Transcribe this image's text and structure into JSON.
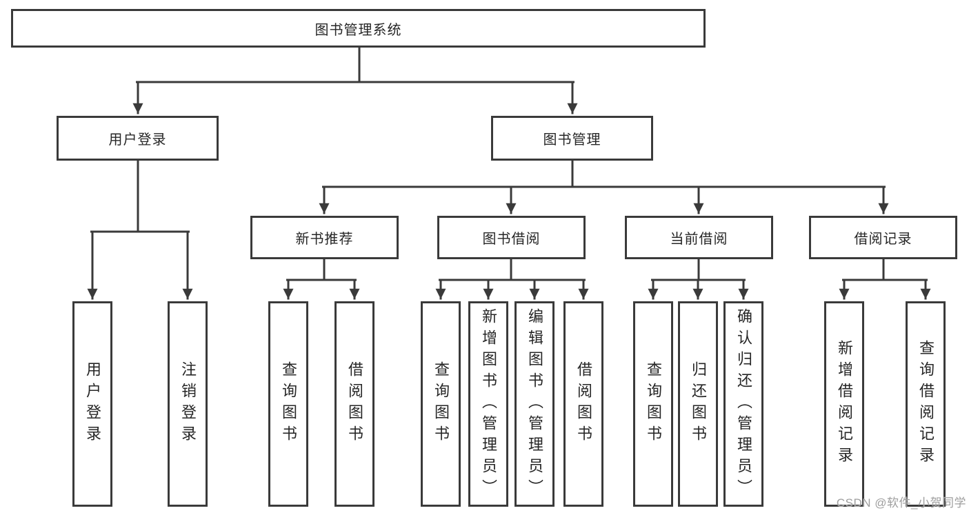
{
  "colors": {
    "background": "#ffffff",
    "line": "#3a3a3a",
    "box_border": "#3a3a3a",
    "text": "#262626",
    "watermark_text": "#9e9e9e"
  },
  "diagram": {
    "root": {
      "label": "图书管理系统"
    },
    "branches": [
      {
        "label": "用户登录",
        "children": [
          {
            "label": "用户登录"
          },
          {
            "label": "注销登录"
          }
        ]
      },
      {
        "label": "图书管理",
        "children": [
          {
            "label": "新书推荐",
            "children": [
              {
                "label": "查询图书"
              },
              {
                "label": "借阅图书"
              }
            ]
          },
          {
            "label": "图书借阅",
            "children": [
              {
                "label": "查询图书"
              },
              {
                "label": "新增图书（管理员）"
              },
              {
                "label": "编辑图书（管理员）"
              },
              {
                "label": "借阅图书"
              }
            ]
          },
          {
            "label": "当前借阅",
            "children": [
              {
                "label": "查询图书"
              },
              {
                "label": "归还图书"
              },
              {
                "label": "确认归还（管理员）"
              }
            ]
          },
          {
            "label": "借阅记录",
            "children": [
              {
                "label": "新增借阅记录"
              },
              {
                "label": "查询借阅记录"
              }
            ]
          }
        ]
      }
    ]
  },
  "watermark": {
    "text": "CSDN @软件_小贺同学"
  }
}
